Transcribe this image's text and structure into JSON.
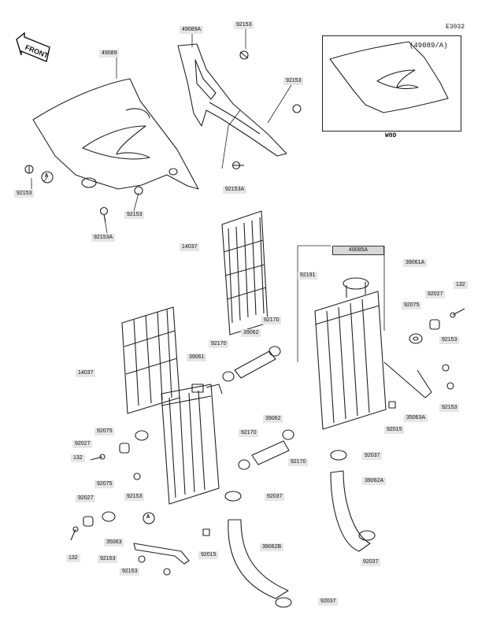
{
  "diagram": {
    "code": "E3032",
    "front_label": "FRONT",
    "inset": {
      "ref": "(49089/A)",
      "variant": "W0D"
    },
    "callout_marker": "A",
    "labels": {
      "l49089": "49089",
      "l49089A": "49089A",
      "l92153_top": "92153",
      "l92153_right": "92153",
      "l92153_left": "92153",
      "l92153A_left": "92153A",
      "l92153_mid": "92153",
      "l92153A_mid": "92153A",
      "l14037_top": "14037",
      "l14037_left": "14037",
      "l49085A": "49085A",
      "l39061A": "39061A",
      "l92191": "92191",
      "l132_right": "132",
      "l92027_right": "92027",
      "l92075_right": "92075",
      "l92153_rr": "92153",
      "l92170_top": "92170",
      "l39062_top": "39062",
      "l92170_left": "92170",
      "l39061": "39061",
      "l92153_rr2": "92153",
      "l35063A": "35063A",
      "l92015_right": "92015",
      "l92075_left": "92075",
      "l92027_left": "92027",
      "l132_left": "132",
      "l39062_mid": "39062",
      "l92170_mid": "92170",
      "l92170_mid2": "92170",
      "l92037_mid": "92037",
      "l39062A": "39062A",
      "l92075_left2": "92075",
      "l92153_left2": "92153",
      "l92027_left2": "92027",
      "l92037_mid2": "92037",
      "l35063": "35063",
      "l39062B": "39062B",
      "l92015_left": "92015",
      "l132_bottom": "132",
      "l92153_bottom": "92153",
      "l92153_bottom2": "92153",
      "l92037_right": "92037",
      "l92037_bottom": "92037"
    }
  }
}
